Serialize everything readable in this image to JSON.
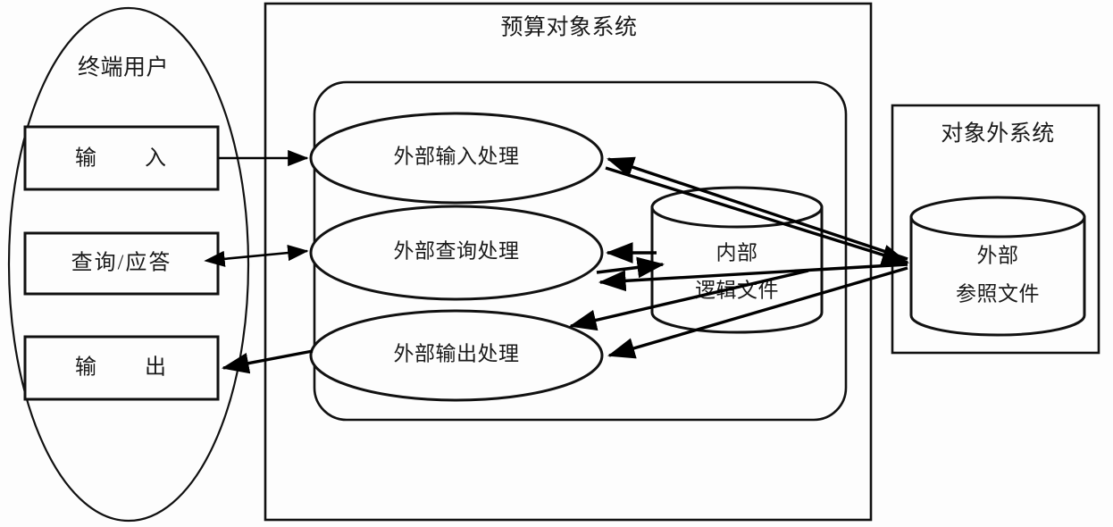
{
  "diagram": {
    "title": "预算对象系统",
    "actor": {
      "name": "终端用户",
      "channels": [
        {
          "id": "input",
          "label": "输　　入"
        },
        {
          "id": "query",
          "label": "查询/应答"
        },
        {
          "id": "output",
          "label": "输　　出"
        }
      ]
    },
    "system": {
      "label": "预算对象系统",
      "processes": [
        {
          "id": "ei",
          "label": "外部输入处理"
        },
        {
          "id": "eq",
          "label": "外部查询处理"
        },
        {
          "id": "eo",
          "label": "外部输出处理"
        }
      ],
      "store": {
        "line1": "内部",
        "line2": "逻辑文件"
      }
    },
    "external": {
      "label": "对象外系统",
      "store": {
        "line1": "外部",
        "line2": "参照文件"
      }
    },
    "colors": {
      "stroke": "#111111",
      "fill": "#fdfdfd",
      "text": "#1a1a1a"
    }
  }
}
